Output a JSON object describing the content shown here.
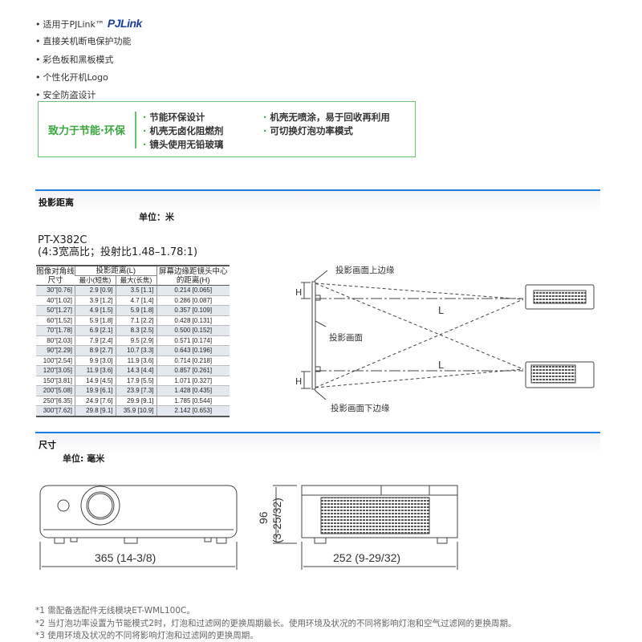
{
  "features": [
    "适用于PJLink™",
    "直接关机断电保护功能",
    "彩色板和黑板模式",
    "个性化开机Logo",
    "安全防盗设计"
  ],
  "pjlink_logo": "PJLink",
  "eco": {
    "title": "致力于节能·环保",
    "col1": [
      "节能环保设计",
      "机壳无卤化阻燃剂",
      "镜头使用无铅玻璃"
    ],
    "col2": [
      "机壳无喷涂，易于回收再利用",
      "可切换灯泡功率模式"
    ]
  },
  "projection": {
    "section_title": "投影距离",
    "unit": "单位：米",
    "model": "PT-X382C",
    "ratio": "(4:3宽高比；投射比1.48–1.78:1)",
    "headers": {
      "size": "图像对角线尺寸",
      "distance": "投影距离(L)",
      "min": "最小(短焦)",
      "max": "最大(长焦)",
      "height": "屏幕边缘距镜头中心的距离(H)"
    },
    "rows": [
      [
        "30\"[0.76]",
        "2.9 [0.9]",
        "3.5 [1.1]",
        "0.214 [0.065]"
      ],
      [
        "40\"[1.02]",
        "3.9 [1.2]",
        "4.7 [1.4]",
        "0.286 [0.087]"
      ],
      [
        "50\"[1.27]",
        "4.9 [1.5]",
        "5.9 [1.8]",
        "0.357 [0.109]"
      ],
      [
        "60\"[1.52]",
        "5.9 [1.8]",
        "7.1 [2.2]",
        "0.428 [0.131]"
      ],
      [
        "70\"[1.78]",
        "6.9 [2.1]",
        "8.3 [2.5]",
        "0.500 [0.152]"
      ],
      [
        "80\"[2.03]",
        "7.9 [2.4]",
        "9.5 [2.9]",
        "0.571 [0.174]"
      ],
      [
        "90\"[2.29]",
        "8.9 [2.7]",
        "10.7 [3.3]",
        "0.643 [0.196]"
      ],
      [
        "100\"[2.54]",
        "9.9 [3.0]",
        "11.9 [3.6]",
        "0.714 [0.218]"
      ],
      [
        "120\"[3.05]",
        "11.9 [3.6]",
        "14.3 [4.4]",
        "0.857 [0.261]"
      ],
      [
        "150\"[3.81]",
        "14.9 [4.5]",
        "17.9 [5.5]",
        "1.071 [0.327]"
      ],
      [
        "200\"[5.08]",
        "19.9 [6.1]",
        "23.9 [7.3]",
        "1.428 [0.435]"
      ],
      [
        "250\"[6.35]",
        "24.9 [7.6]",
        "29.9 [9.1]",
        "1.785 [0.544]"
      ],
      [
        "300\"[7.62]",
        "29.8 [9.1]",
        "35.9 [10.9]",
        "2.142 [0.653]"
      ]
    ],
    "diagram": {
      "top_edge": "投影画面上边缘",
      "screen": "投影画面",
      "bottom_edge": "投影画面下边缘",
      "H": "H",
      "L": "L"
    }
  },
  "dimensions": {
    "section_title": "尺寸",
    "unit": "单位: 毫米",
    "width": "365 (14-3/8)",
    "depth": "252 (9-29/32)",
    "height": "96",
    "height_in": "(3-25/32)"
  },
  "notes": [
    "*1 需配备选配件无线模块ET-WML100C。",
    "*2 当灯泡功率设置为节能模式2时，灯泡和过滤网的更换周期最长。使用环境及状况的不同将影响灯泡和空气过滤网的更换周期。",
    "*3 使用环境及状况的不同将影响灯泡和过滤网的更换周期。"
  ]
}
